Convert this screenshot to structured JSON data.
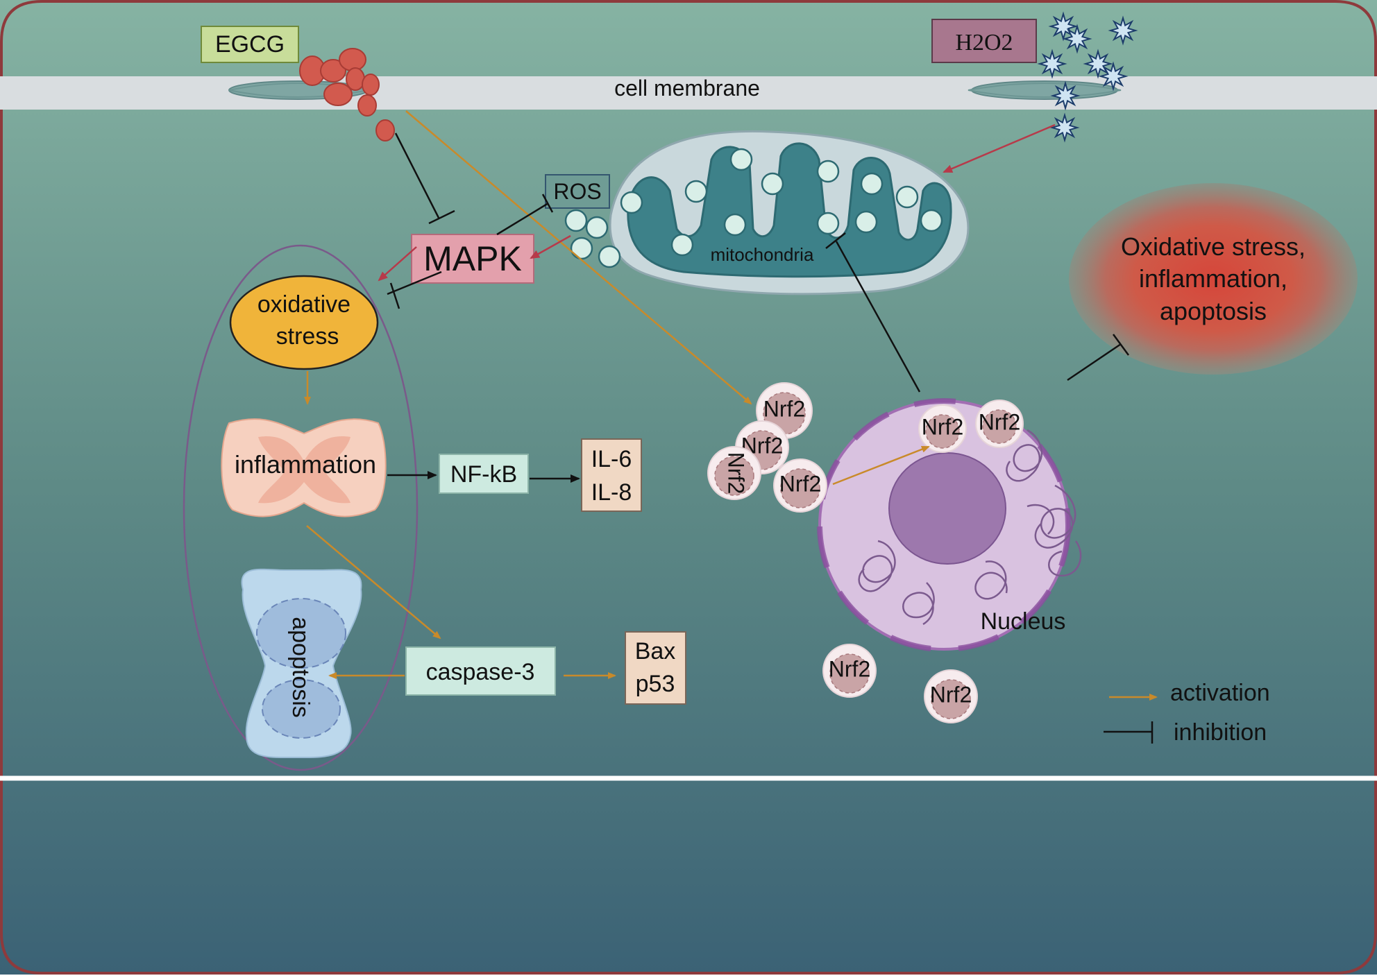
{
  "colors": {
    "bg_top": "#86b3a3",
    "bg_mid": "#5e8a86",
    "bg_bottom": "#3b6275",
    "border": "#8e3a3c",
    "membrane": "#d9dde0",
    "activation": "#c98a2a",
    "inhibition": "#111111",
    "red_arrow": "#b73a4a",
    "egcg_box": "#c8dd9a",
    "h2o2_box": "#a8778e",
    "mapk_box": "#e3a0ac",
    "ros_box": "#6f9c95",
    "nfkb_box": "#cdeae0",
    "il_box": "#f0d8c4",
    "caspase_box": "#cdeae0",
    "bax_box": "#f0d8c4",
    "oxidative_fill": "#f0b43a",
    "nucleus_fill": "#d9c2e0",
    "nucleolus_fill": "#9d78ad",
    "mito_outer": "#c9d8dc",
    "mito_inner": "#3d8189",
    "red_glow": "#cf4a3e"
  },
  "labels": {
    "egcg": "EGCG",
    "h2o2": "H2O2",
    "cell_membrane": "cell membrane",
    "ros": "ROS",
    "mapk": "MAPK",
    "mitochondria": "mitochondria",
    "oxidative_stress_line1": "oxidative",
    "oxidative_stress_line2": "stress",
    "inflammation": "inflammation",
    "nfkb": "NF-kB",
    "il6": "IL-6",
    "il8": "IL-8",
    "apoptosis": "apoptosis",
    "caspase3": "caspase-3",
    "bax": "Bax",
    "p53": "p53",
    "nrf2": "Nrf2",
    "nucleus": "Nucleus",
    "outcome_line1": "Oxidative stress,",
    "outcome_line2": "inflammation,",
    "outcome_line3": "apoptosis"
  },
  "legend": {
    "activation": "activation",
    "inhibition": "inhibition"
  }
}
